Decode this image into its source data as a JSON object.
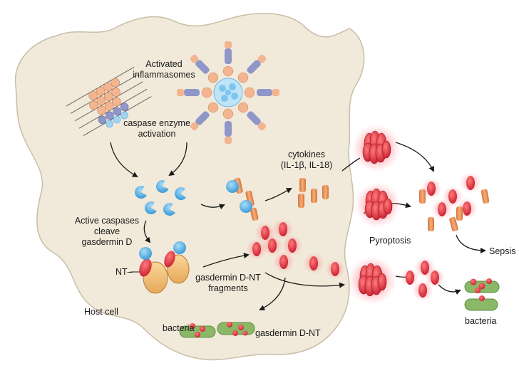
{
  "labels": {
    "activated_inflammasomes_1": "Activated",
    "activated_inflammasomes_2": "inflammasomes",
    "caspase_activation_1": "caspase enzyme",
    "caspase_activation_2": "activation",
    "cytokines_1": "cytokines",
    "cytokines_2": "(IL-1β, IL-18)",
    "active_caspases_1": "Active caspases",
    "active_caspases_2": "cleave",
    "active_caspases_3": "gasdermin D",
    "nt": "NT–",
    "gasdermin_fragments_1": "gasdermin D-NT",
    "gasdermin_fragments_2": "fragments",
    "pyroptosis": "Pyroptosis",
    "sepsis": "Sepsis",
    "host_cell": "Host cell",
    "bacteria_inside": "bacteria",
    "gasdermin_dnt": "gasdermin D-NT",
    "bacteria_outside": "bacteria"
  },
  "colors": {
    "cell_fill": "#f1e9da",
    "cell_stroke": "#c9bda6",
    "caspase_blue": "#5cb5e8",
    "cytokine_orange": "#e58d4e",
    "gasdermin_red": "#e0303a",
    "glow_red": "#ff3a4a",
    "bacteria_green": "#8ab866"
  }
}
